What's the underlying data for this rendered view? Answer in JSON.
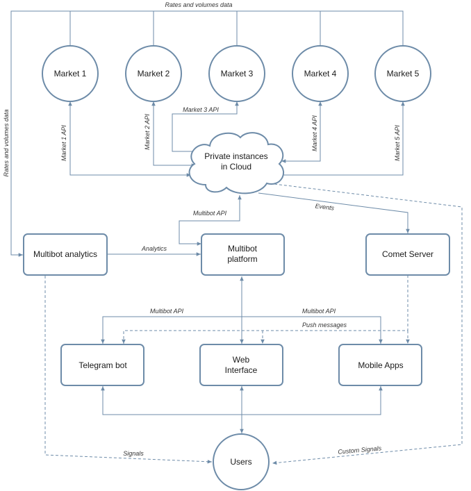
{
  "colors": {
    "stroke": "#6d8ba8",
    "text": "#1a1a1a",
    "label": "#333333"
  },
  "nodes": {
    "market1": "Market 1",
    "market2": "Market 2",
    "market3": "Market 3",
    "market4": "Market 4",
    "market5": "Market 5",
    "cloud_line1": "Private instances",
    "cloud_line2": "in Cloud",
    "analytics": "Multibot analytics",
    "platform_line1": "Multibot",
    "platform_line2": "platform",
    "comet": "Comet Server",
    "telegram": "Telegram bot",
    "web_line1": "Web",
    "web_line2": "Interface",
    "mobile": "Mobile Apps",
    "users": "Users"
  },
  "edges": {
    "rates_top": "Rates and volumes data",
    "rates_left": "Rates and volumes data",
    "m1_api": "Market 1 API",
    "m2_api": "Market 2 API",
    "m3_api": "Market 3 API",
    "m4_api": "Market 4 API",
    "m5_api": "Market 5 API",
    "multibot_api_cloud": "Multibot API",
    "events": "Events",
    "analytics": "Analytics",
    "multibot_api_left": "Multibot API",
    "multibot_api_right": "Multibot API",
    "push": "Push messages",
    "signals": "Signals",
    "custom_signals": "Custom Signals"
  }
}
